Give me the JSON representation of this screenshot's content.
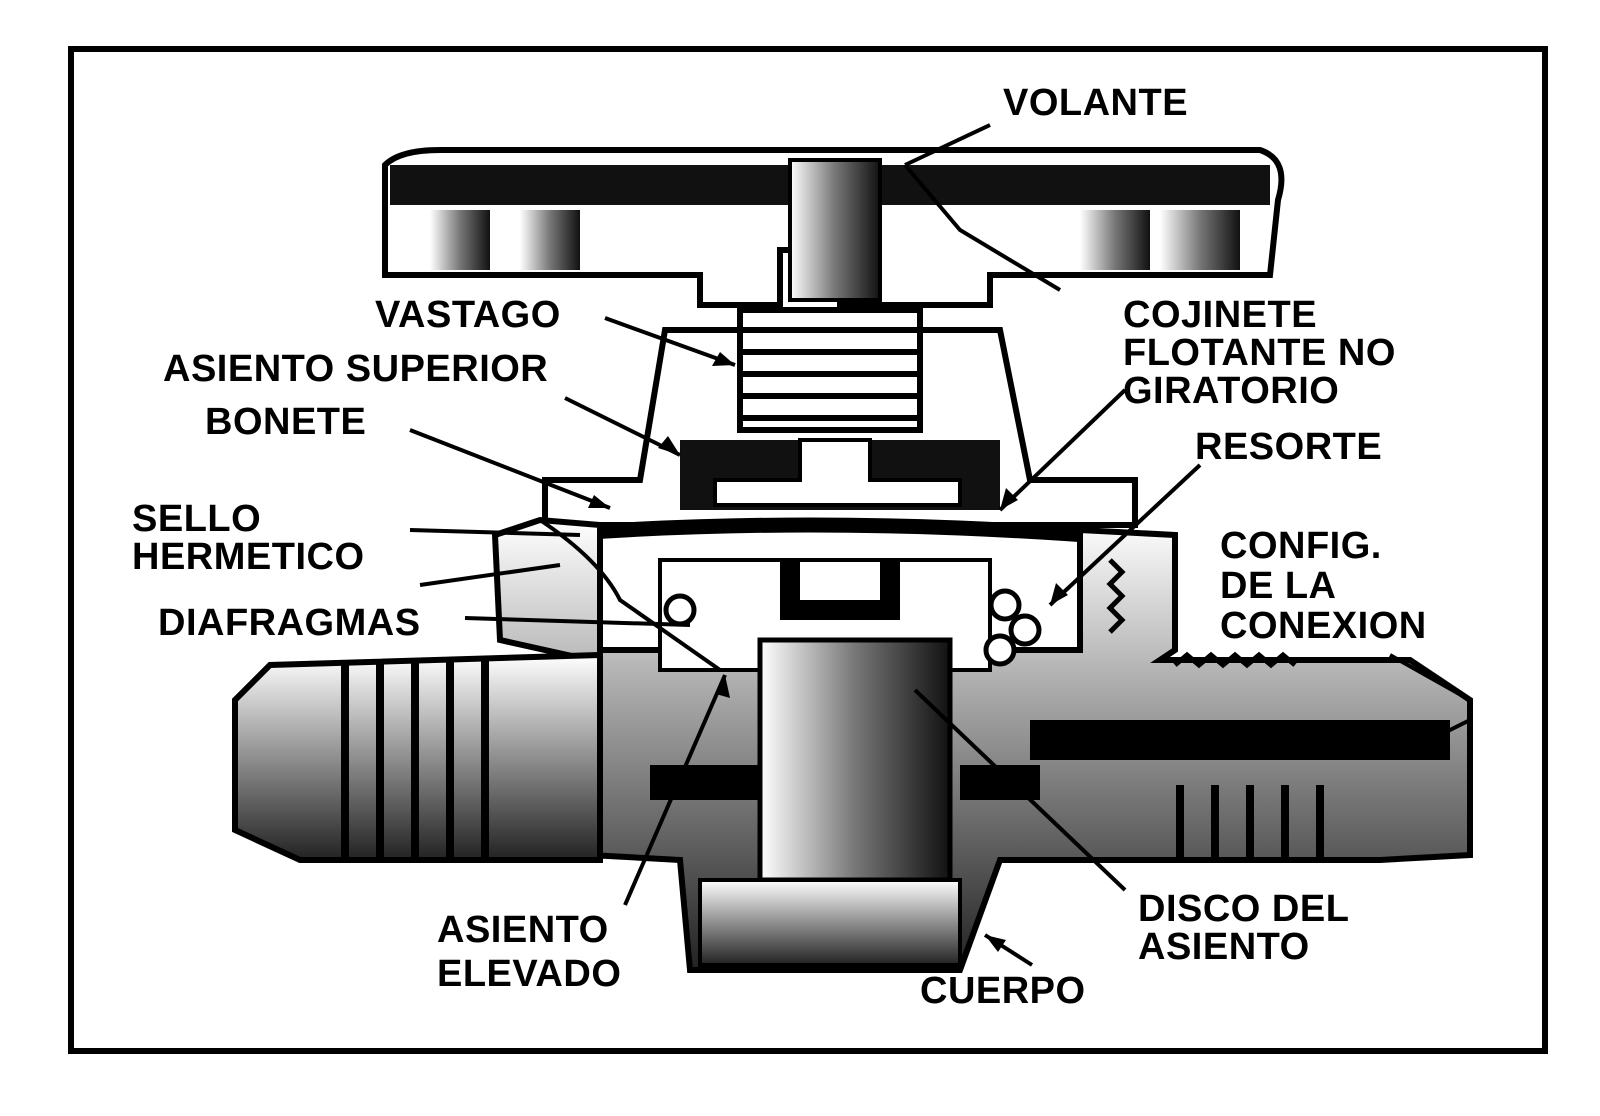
{
  "diagram": {
    "labels": {
      "volante": [
        "VOLANTE"
      ],
      "vastago": [
        "VASTAGO"
      ],
      "asiento_superior": [
        "ASIENTO SUPERIOR"
      ],
      "bonete": [
        "BONETE"
      ],
      "sello_hermetico": [
        "SELLO",
        "HERMETICO"
      ],
      "diafragmas": [
        "DIAFRAGMAS"
      ],
      "cojinete": [
        "COJINETE",
        "FLOTANTE NO",
        "GIRATORIO"
      ],
      "resorte": [
        "RESORTE"
      ],
      "config_conexion": [
        "CONFIG.",
        "DE LA",
        "CONEXION"
      ],
      "disco_asiento": [
        "DISCO DEL",
        "ASIENTO"
      ],
      "asiento_elevado": [
        "ASIENTO",
        "ELEVADO"
      ],
      "cuerpo": [
        "CUERPO"
      ]
    },
    "colors": {
      "ink": "#000000",
      "paper": "#ffffff",
      "shade": "#6e6e6e",
      "light": "#bdbdbd"
    }
  }
}
